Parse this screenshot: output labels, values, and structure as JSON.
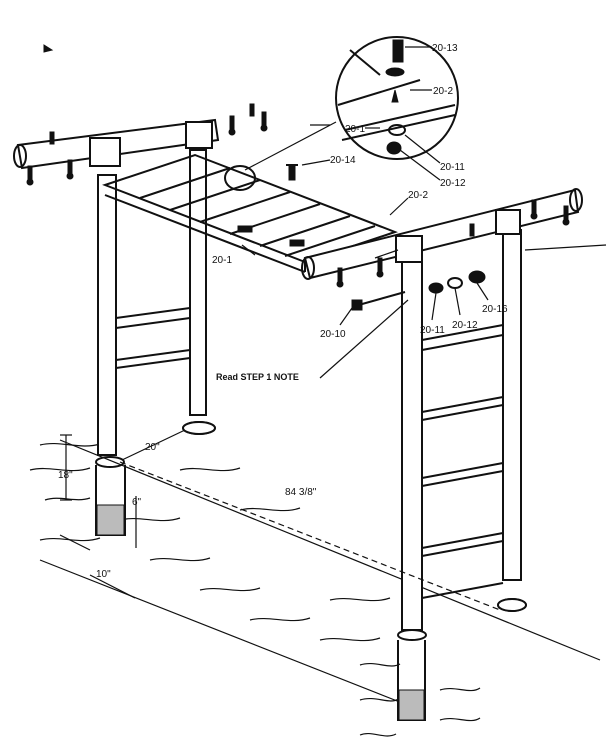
{
  "diagram": {
    "callouts": {
      "c2013": "20-13",
      "c202_detail": "20-2",
      "c201_detail": "20-1",
      "c2011_detail": "20-11",
      "c2012_detail": "20-12",
      "c2014": "20-14",
      "c202": "20-2",
      "c201": "20-1",
      "c2016": "20-16",
      "c2011": "20-11",
      "c2012": "20-12",
      "c2010": "20-10"
    },
    "note": "Read STEP 1 NOTE",
    "dimensions": {
      "depth": "20\"",
      "length": "84 3/8\"",
      "hole_depth": "18\"",
      "concrete_top": "6\"",
      "hole_width": "10\""
    }
  }
}
